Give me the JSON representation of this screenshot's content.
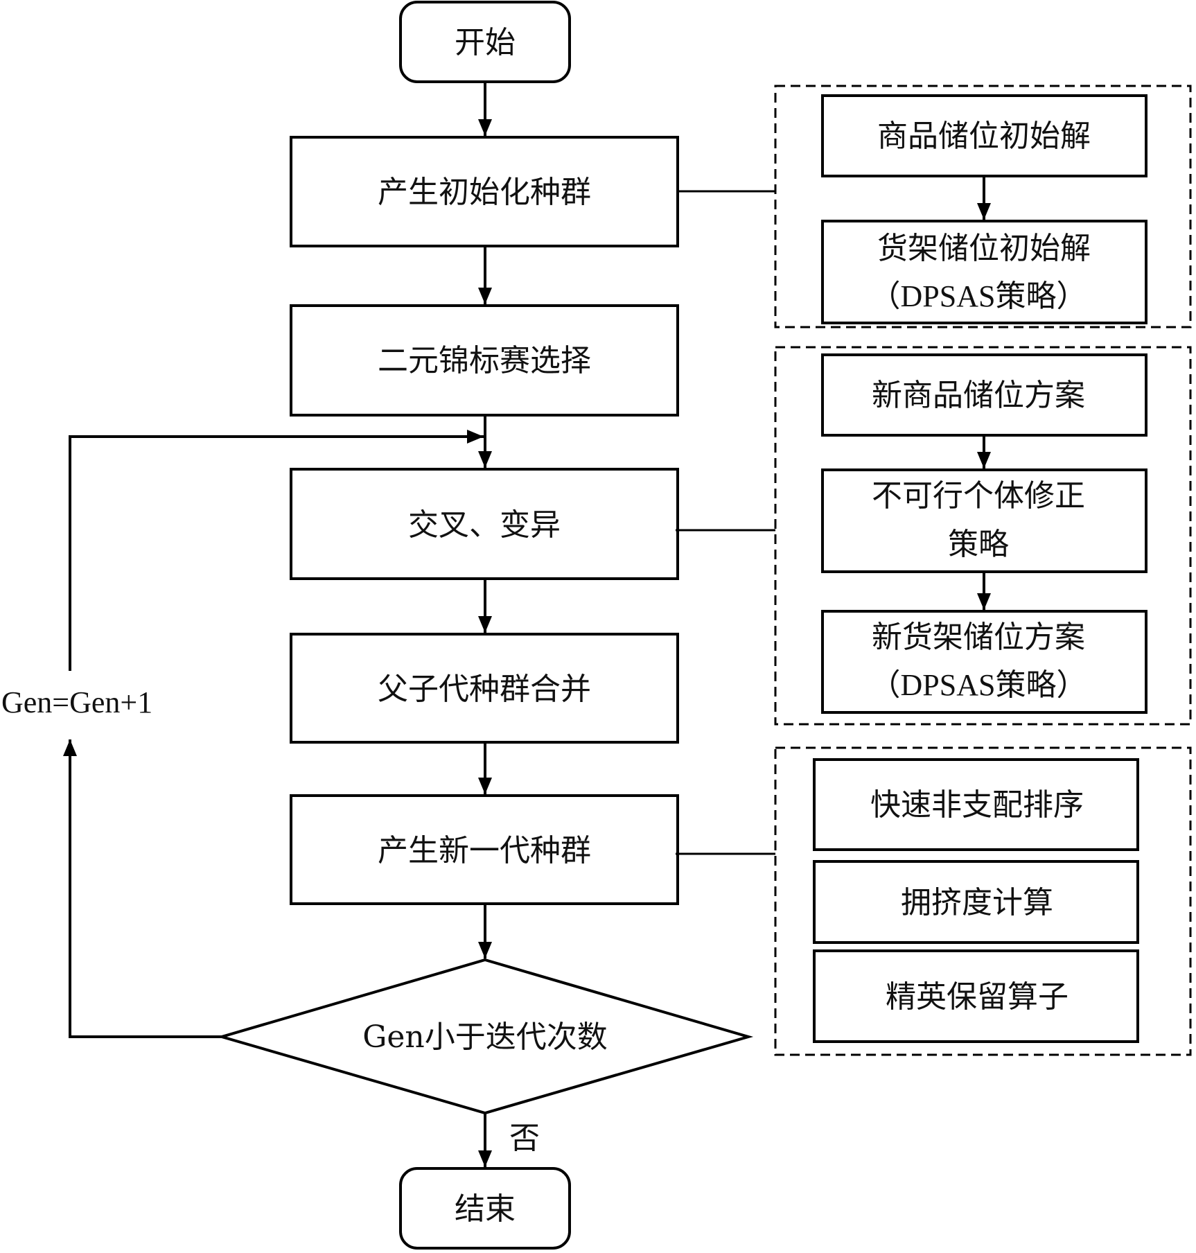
{
  "diagram": {
    "main_flow": {
      "start": "开始",
      "init_population": "产生初始化种群",
      "tournament_selection": "二元锦标赛选择",
      "crossover_mutation": "交叉、变异",
      "merge_populations": "父子代种群合并",
      "new_generation": "产生新一代种群",
      "decision": "Gen小于迭代次数",
      "decision_no_label": "否",
      "loop_label": "Gen=Gen+1",
      "end": "结束"
    },
    "init_group": {
      "items": [
        {
          "lines": [
            "商品储位初始解"
          ]
        },
        {
          "lines": [
            "货架储位初始解",
            "（DPSAS策略）"
          ]
        }
      ]
    },
    "crossover_group": {
      "items": [
        {
          "lines": [
            "新商品储位方案"
          ]
        },
        {
          "lines": [
            "不可行个体修正",
            "策略"
          ]
        },
        {
          "lines": [
            "新货架储位方案",
            "（DPSAS策略）"
          ]
        }
      ]
    },
    "generation_group": {
      "items": [
        {
          "lines": [
            "快速非支配排序"
          ]
        },
        {
          "lines": [
            "拥挤度计算"
          ]
        },
        {
          "lines": [
            "精英保留算子"
          ]
        }
      ]
    }
  }
}
